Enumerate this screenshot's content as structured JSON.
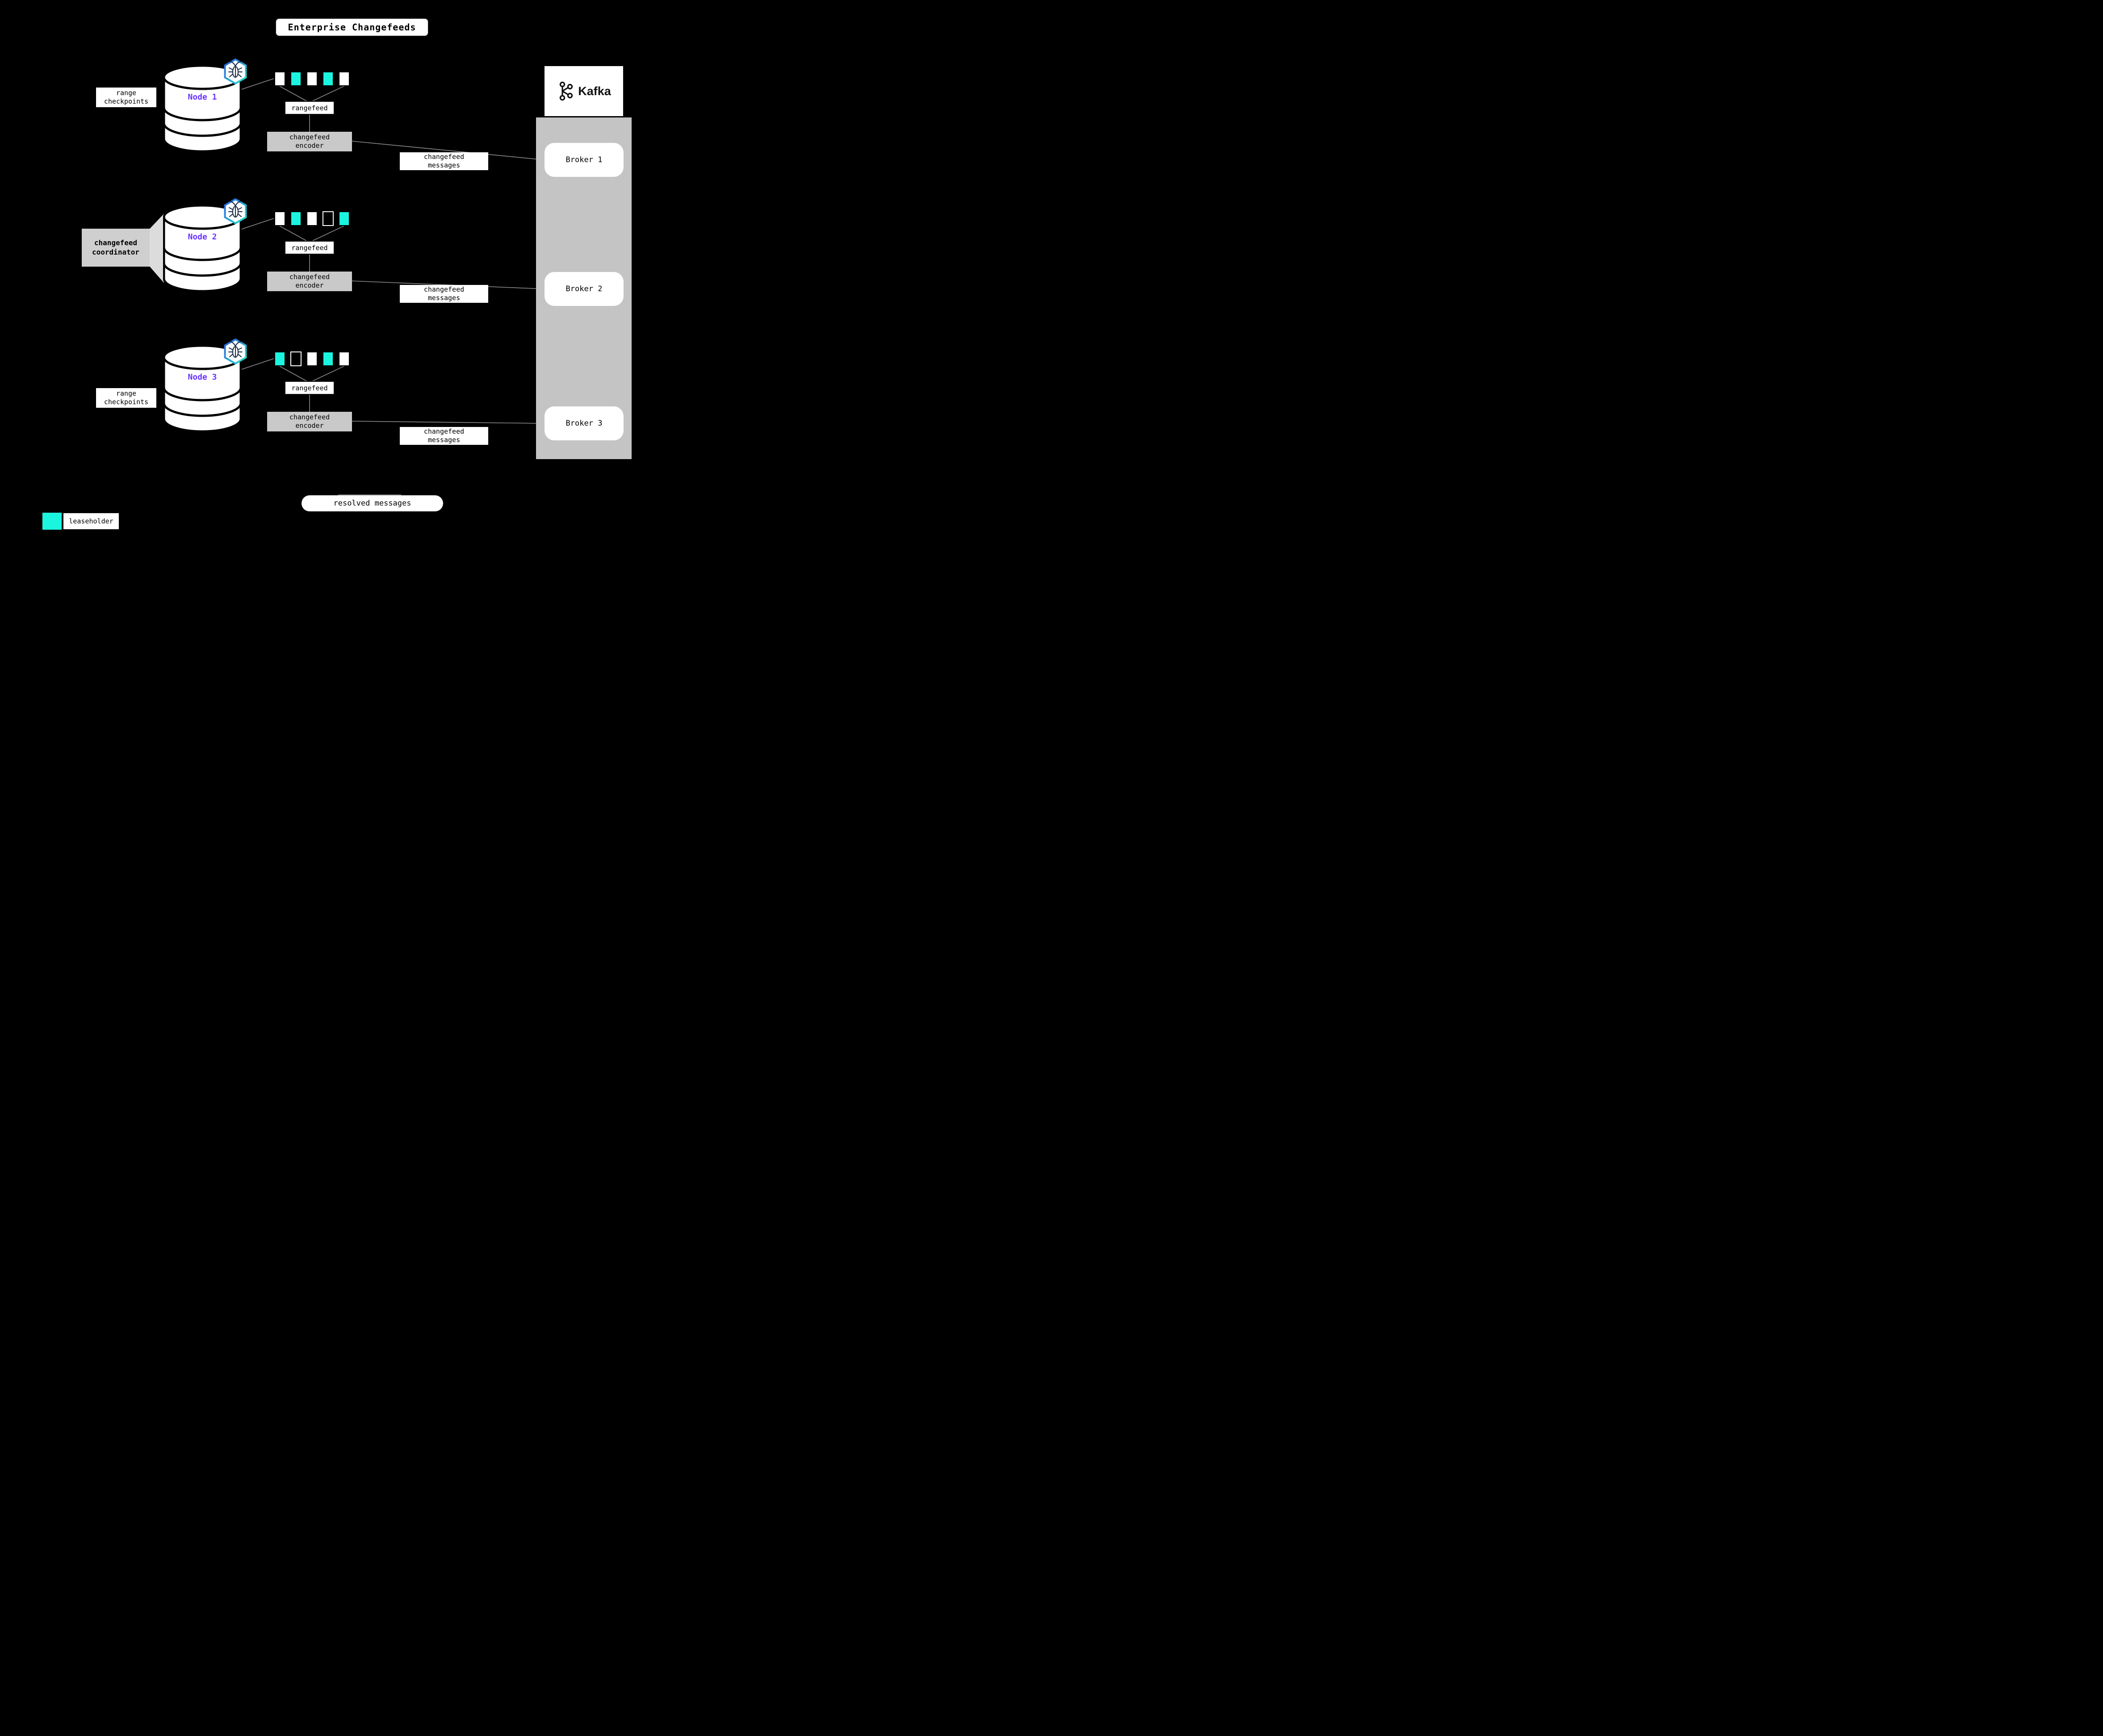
{
  "title": "Enterprise Changefeeds",
  "legend": {
    "label": "leaseholder",
    "color": "#1BF5DF"
  },
  "resolved": {
    "label": "resolved messages"
  },
  "coordinator": {
    "label": "changefeed\ncoordinator"
  },
  "kafka": {
    "brand": "Kafka",
    "brokers": [
      {
        "label": "Broker 1"
      },
      {
        "label": "Broker 2"
      },
      {
        "label": "Broker 3"
      }
    ]
  },
  "nodes": [
    {
      "name": "Node 1",
      "checkpoints": "range\ncheckpoints",
      "rangefeed": "rangefeed",
      "encoder": "changefeed\nencoder",
      "messages": "changefeed\nmessages",
      "ranges": [
        "plain",
        "leaseholder",
        "plain",
        "leaseholder",
        "plain"
      ]
    },
    {
      "name": "Node 2",
      "rangefeed": "rangefeed",
      "encoder": "changefeed\nencoder",
      "messages": "changefeed\nmessages",
      "ranges": [
        "plain",
        "leaseholder",
        "plain",
        "empty",
        "leaseholder"
      ]
    },
    {
      "name": "Node 3",
      "checkpoints": "range\ncheckpoints",
      "rangefeed": "rangefeed",
      "encoder": "changefeed\nencoder",
      "messages": "changefeed\nmessages",
      "ranges": [
        "leaseholder",
        "empty",
        "plain",
        "leaseholder",
        "plain"
      ]
    }
  ]
}
